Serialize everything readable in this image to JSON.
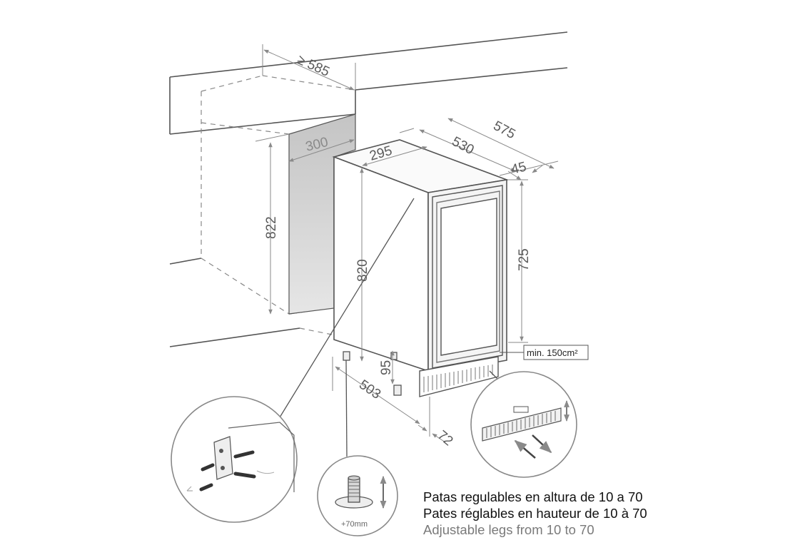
{
  "dimensions": {
    "niche_depth": "≥ 585",
    "niche_width": "300",
    "niche_height": "822",
    "unit_width": "295",
    "unit_depth_body": "530",
    "unit_depth_total": "575",
    "door_depth": "45",
    "unit_height": "820",
    "door_height": "725",
    "plinth_height": "95",
    "base_depth": "503",
    "plinth_setback": "72"
  },
  "labels": {
    "ventilation": "min. 150cm²",
    "leg_adjust": "+70mm"
  },
  "captions": {
    "es": "Patas regulables en altura de 10 a 70",
    "fr": "Pates réglables en hauteur de 10 à 70",
    "en": "Adjustable legs from 10 to 70"
  },
  "colors": {
    "line": "#555555",
    "dimension_line": "#8a8a8a",
    "shadow": "#cfcfcf",
    "caption_en": "#7a7a7a"
  }
}
